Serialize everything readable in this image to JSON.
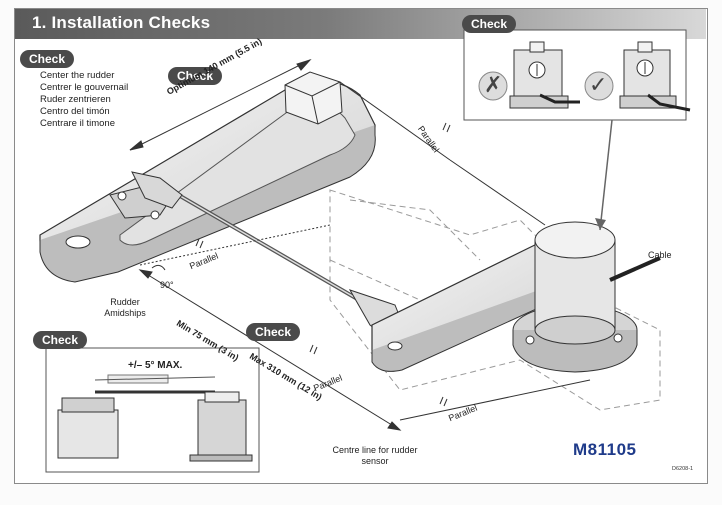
{
  "title": "1.  Installation Checks",
  "badges": {
    "check_top_left": "Check",
    "check_arm": "Check",
    "check_top_right": "Check",
    "check_distance": "Check",
    "check_bottom_left": "Check"
  },
  "center_rudder": [
    "Center the rudder",
    "Centrer le gouvernail",
    "Ruder zentrieren",
    "Centro del timón",
    "Centrare il timone"
  ],
  "labels": {
    "optimum": "Optimum 140 mm (5.5 in)",
    "min_distance": "Min 75 mm (3 in)",
    "max_distance": "Max 310 mm (12 in)",
    "parallel": "Parallel",
    "angle": "90°",
    "rudder_amidships": "Rudder Amidships",
    "centre_line": "Centre line for rudder sensor",
    "cable": "Cable",
    "tolerance": "+/– 5° MAX."
  },
  "inset_marks": {
    "wrong": "✗",
    "right": "✓"
  },
  "model_code": "M81105",
  "doc_ref": "D6208-1",
  "icons": [
    "cross-mark-icon",
    "check-mark-icon"
  ]
}
